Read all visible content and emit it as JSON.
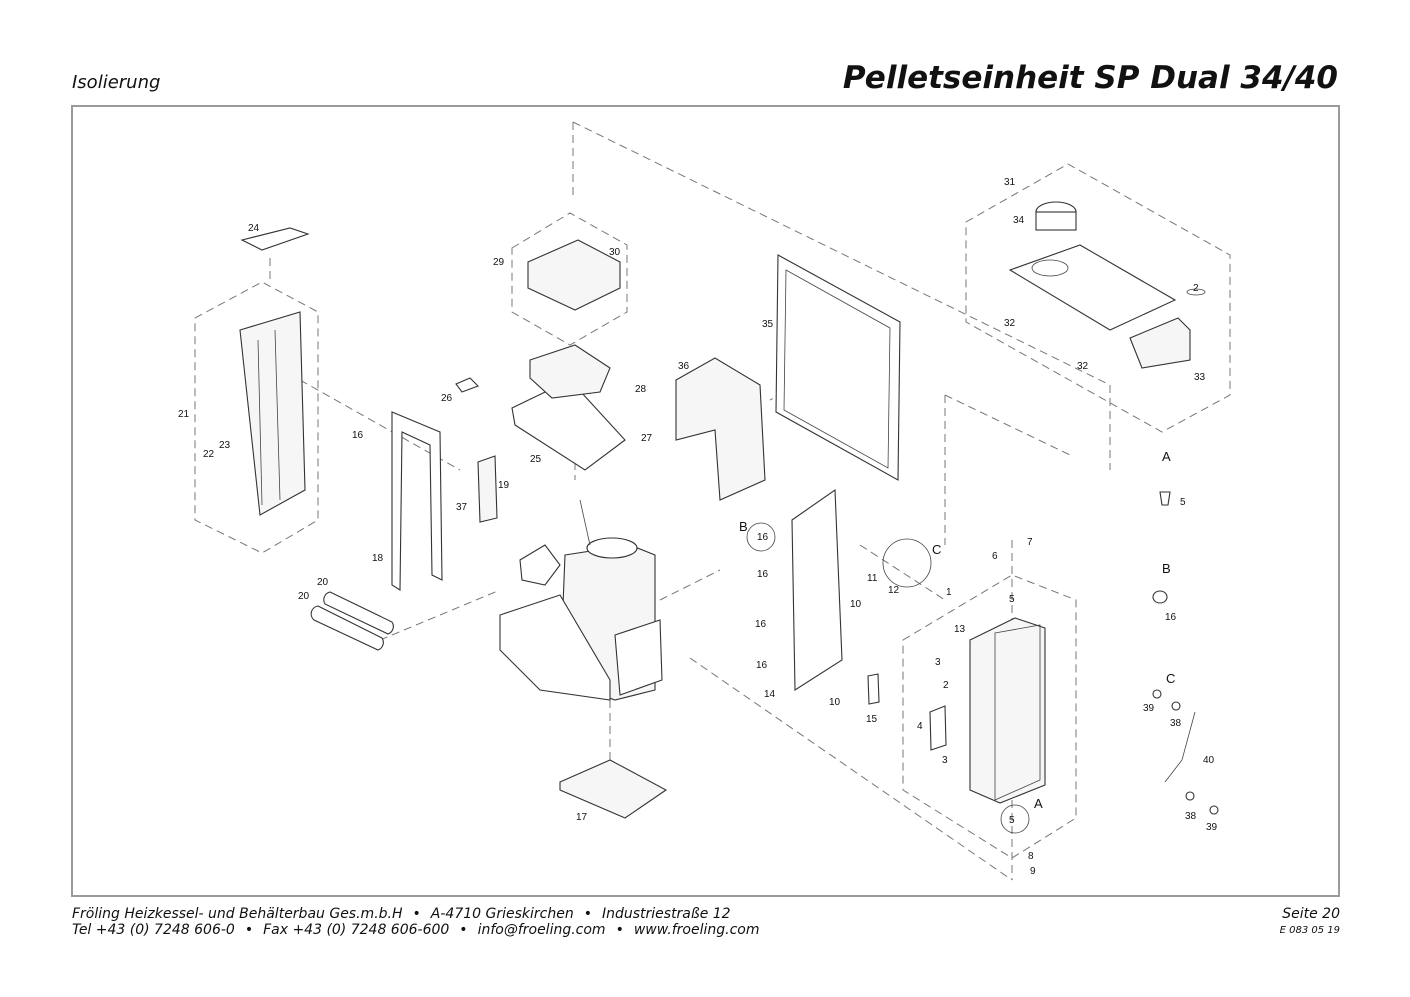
{
  "header": {
    "section": "Isolierung",
    "title": "Pelletseinheit SP Dual 34/40"
  },
  "footer": {
    "company": "Fröling Heizkessel- und Behälterbau Ges.m.b.H",
    "city": "A-4710 Grieskirchen",
    "street": "Industriestraße 12",
    "tel": "Tel +43 (0) 7248 606-0",
    "fax": "Fax +43 (0) 7248 606-600",
    "email": "info@froeling.com",
    "web": "www.froeling.com",
    "page": "Seite 20",
    "doc_code": "E 083 05 19"
  },
  "labels": {
    "l1": "1",
    "l2a": "2",
    "l2b": "2",
    "l3a": "3",
    "l3b": "3",
    "l4": "4",
    "l5a": "5",
    "l5b": "5",
    "l5c": "5",
    "l6": "6",
    "l7": "7",
    "l8": "8",
    "l9": "9",
    "l10a": "10",
    "l10b": "10",
    "l11": "11",
    "l12": "12",
    "l13": "13",
    "l14": "14",
    "l15": "15",
    "l16a": "16",
    "l16b": "16",
    "l16c": "16",
    "l16d": "16",
    "l16e": "16",
    "l16f": "16",
    "l17": "17",
    "l18": "18",
    "l19": "19",
    "l20a": "20",
    "l20b": "20",
    "l21": "21",
    "l22": "22",
    "l23": "23",
    "l24": "24",
    "l25": "25",
    "l26": "26",
    "l27": "27",
    "l28": "28",
    "l29": "29",
    "l30": "30",
    "l31": "31",
    "l32a": "32",
    "l32b": "32",
    "l33": "33",
    "l34": "34",
    "l35": "35",
    "l36": "36",
    "l37": "37",
    "l38a": "38",
    "l38b": "38",
    "l39a": "39",
    "l39b": "39",
    "l40": "40",
    "detA1": "A",
    "detA2": "A",
    "detB1": "B",
    "detB2": "B",
    "detC1": "C",
    "detC2": "C"
  }
}
